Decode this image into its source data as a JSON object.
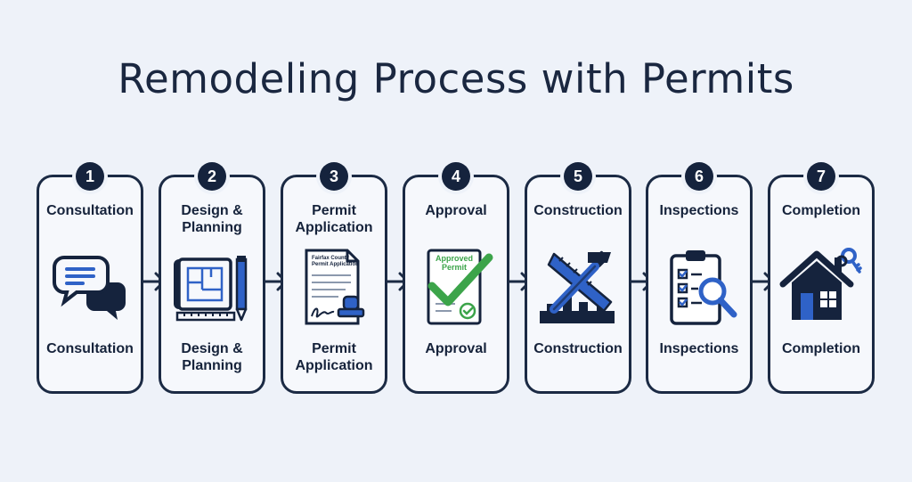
{
  "title": "Remodeling Process with Permits",
  "steps": [
    {
      "number": "1",
      "label_top": "Consultation",
      "label_bottom": "Consultation",
      "icon": "chat-bubbles-icon"
    },
    {
      "number": "2",
      "label_top": "Design & Planning",
      "label_bottom": "Design & Planning",
      "icon": "blueprint-pencil-icon"
    },
    {
      "number": "3",
      "label_top": "Permit Application",
      "label_bottom": "Permit Application",
      "icon": "permit-form-stamp-icon",
      "form_text_1": "Fairfax County",
      "form_text_2": "Permit Application"
    },
    {
      "number": "4",
      "label_top": "Approval",
      "label_bottom": "Approval",
      "icon": "approved-permit-check-icon",
      "doc_text_1": "Approved",
      "doc_text_2": "Permit"
    },
    {
      "number": "5",
      "label_top": "Construction",
      "label_bottom": "Construction",
      "icon": "hammer-saw-icon"
    },
    {
      "number": "6",
      "label_top": "Inspections",
      "label_bottom": "Inspections",
      "icon": "clipboard-magnifier-icon"
    },
    {
      "number": "7",
      "label_top": "Completion",
      "label_bottom": "Completion",
      "icon": "house-keys-icon"
    }
  ],
  "colors": {
    "navy": "#16233b",
    "accent_blue": "#2f62c7",
    "accent_green": "#3ca44a",
    "background": "#eef2f9"
  }
}
